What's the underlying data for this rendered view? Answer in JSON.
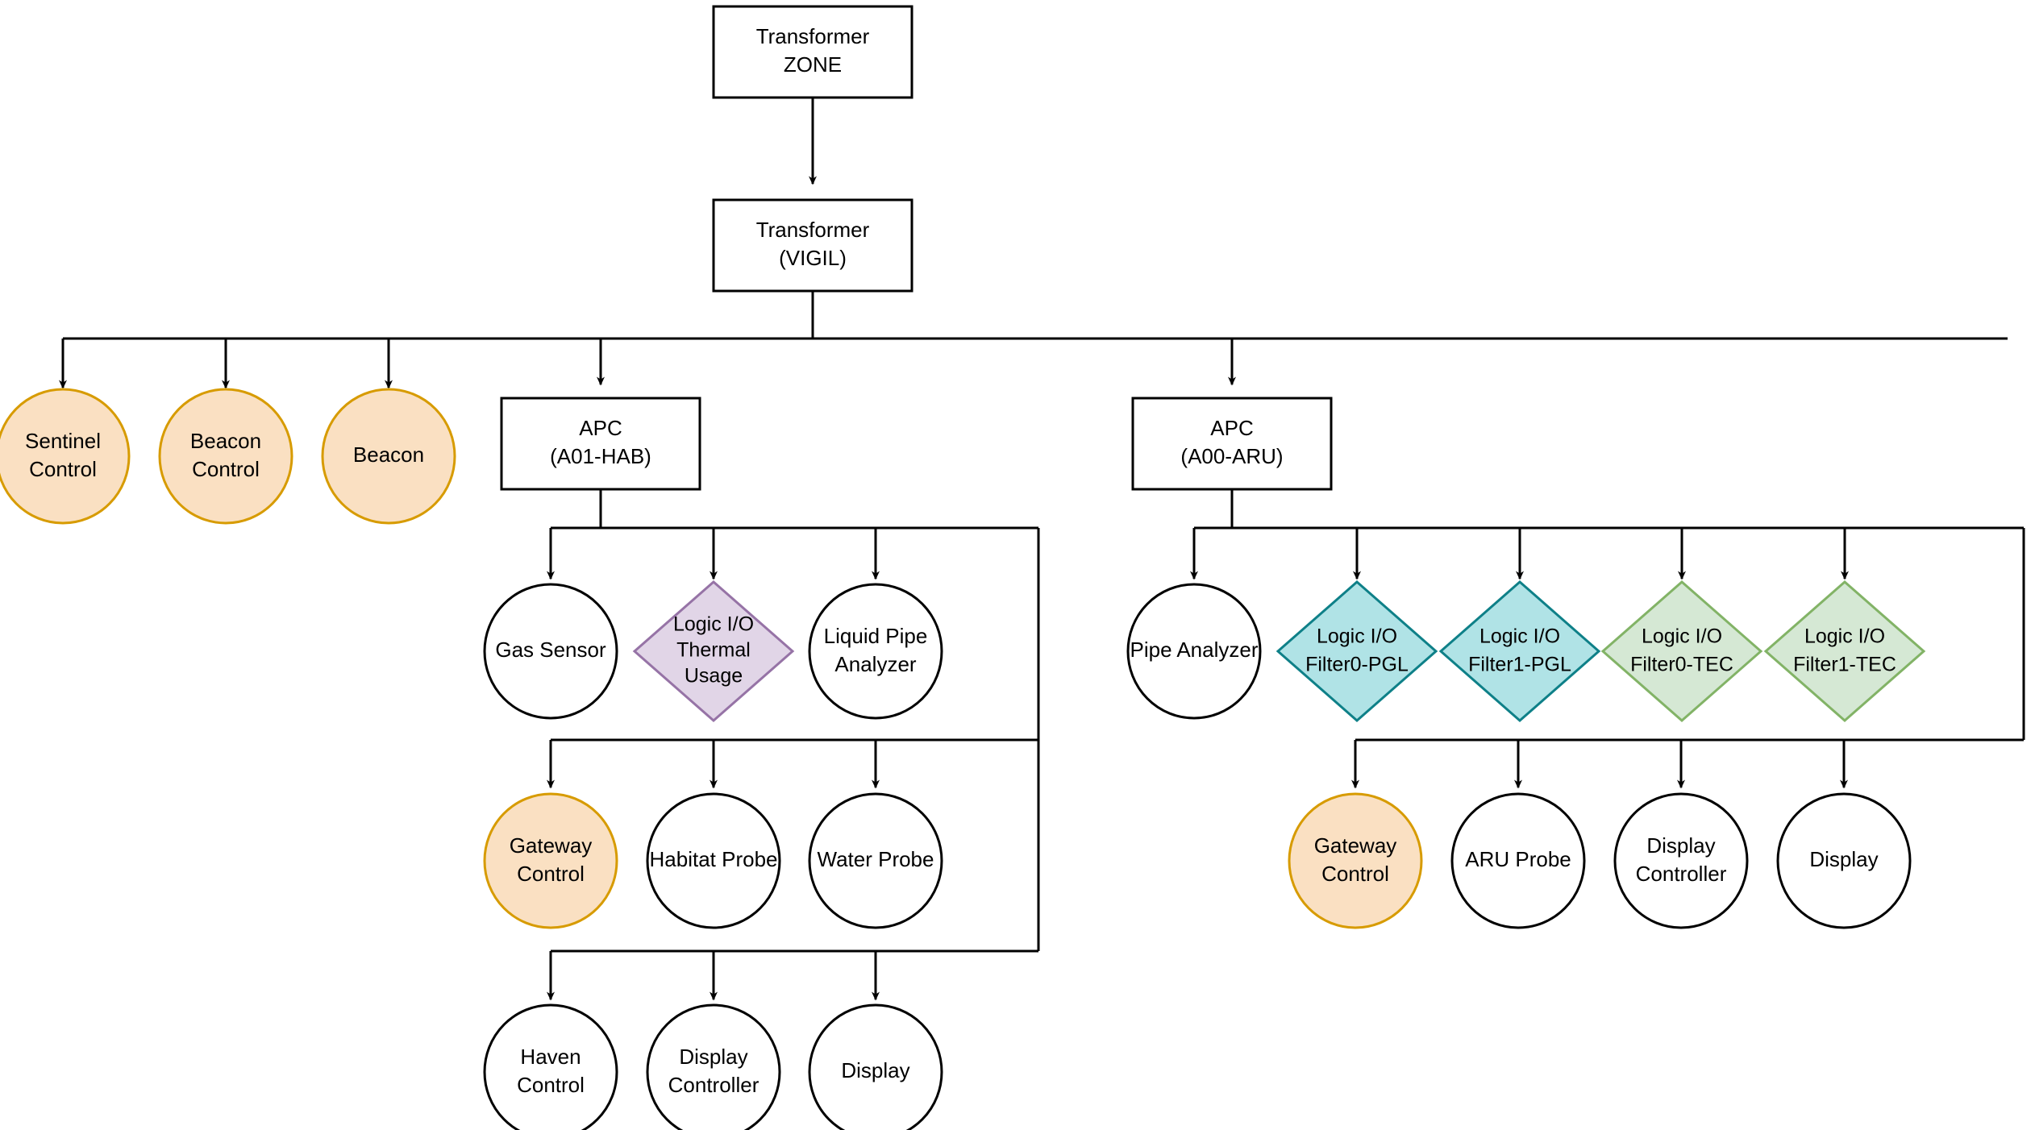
{
  "diagram": {
    "title_nodes": {
      "root": {
        "line1": "Transformer",
        "line2": "ZONE"
      },
      "vigil": {
        "line1": "Transformer",
        "line2": "(VIGIL)"
      },
      "apc_hab": {
        "line1": "APC",
        "line2": "(A01-HAB)"
      },
      "apc_aru": {
        "line1": "APC",
        "line2": "(A00-ARU)"
      }
    },
    "colors": {
      "background": "#ffffff",
      "stroke_default": "#000000",
      "orange_fill": "#fae0c2",
      "orange_stroke": "#d79b00",
      "purple_fill": "#e1d5e7",
      "purple_stroke": "#9673a6",
      "cyan_fill": "#b0e3e6",
      "cyan_stroke": "#0e8088",
      "green_fill": "#d5e8d4",
      "green_stroke": "#82b366",
      "white_fill": "#ffffff"
    },
    "vigil_children": [
      {
        "id": "sentinel-control",
        "line1": "Sentinel",
        "line2": "Control",
        "shape": "circle",
        "style": "orange"
      },
      {
        "id": "beacon-control",
        "line1": "Beacon",
        "line2": "Control",
        "shape": "circle",
        "style": "orange"
      },
      {
        "id": "beacon",
        "line1": "Beacon",
        "line2": "",
        "shape": "circle",
        "style": "orange"
      },
      {
        "id": "apc-a01-hab",
        "line1": "APC",
        "line2": "(A01-HAB)",
        "shape": "rect",
        "style": "white"
      },
      {
        "id": "apc-a00-aru",
        "line1": "APC",
        "line2": "(A00-ARU)",
        "shape": "rect",
        "style": "white"
      }
    ],
    "hab_children": [
      {
        "id": "gas-sensor",
        "line1": "Gas Sensor",
        "line2": "",
        "shape": "circle",
        "style": "white"
      },
      {
        "id": "logic-io-thermal-usage",
        "line1": "Logic I/O",
        "line2": "Thermal",
        "line3": "Usage",
        "shape": "diamond",
        "style": "purple"
      },
      {
        "id": "liquid-pipe-analyzer",
        "line1": "Liquid Pipe",
        "line2": "Analyzer",
        "shape": "circle",
        "style": "white"
      },
      {
        "id": "gateway-control-hab",
        "line1": "Gateway",
        "line2": "Control",
        "shape": "circle",
        "style": "orange"
      },
      {
        "id": "habitat-probe",
        "line1": "Habitat Probe",
        "line2": "",
        "shape": "circle",
        "style": "white"
      },
      {
        "id": "water-probe",
        "line1": "Water Probe",
        "line2": "",
        "shape": "circle",
        "style": "white"
      },
      {
        "id": "haven-control",
        "line1": "Haven",
        "line2": "Control",
        "shape": "circle",
        "style": "white"
      },
      {
        "id": "display-controller-hab",
        "line1": "Display",
        "line2": "Controller",
        "shape": "circle",
        "style": "white"
      },
      {
        "id": "display-hab",
        "line1": "Display",
        "line2": "",
        "shape": "circle",
        "style": "white"
      }
    ],
    "aru_children": [
      {
        "id": "pipe-analyzer",
        "line1": "Pipe Analyzer",
        "line2": "",
        "shape": "circle",
        "style": "white"
      },
      {
        "id": "logic-io-filter0-pgl",
        "line1": "Logic I/O",
        "line2": "Filter0-PGL",
        "shape": "diamond",
        "style": "cyan"
      },
      {
        "id": "logic-io-filter1-pgl",
        "line1": "Logic I/O",
        "line2": "Filter1-PGL",
        "shape": "diamond",
        "style": "cyan"
      },
      {
        "id": "logic-io-filter0-tec",
        "line1": "Logic I/O",
        "line2": "Filter0-TEC",
        "shape": "diamond",
        "style": "green"
      },
      {
        "id": "logic-io-filter1-tec",
        "line1": "Logic I/O",
        "line2": "Filter1-TEC",
        "shape": "diamond",
        "style": "green"
      },
      {
        "id": "gateway-control-aru",
        "line1": "Gateway",
        "line2": "Control",
        "shape": "circle",
        "style": "orange"
      },
      {
        "id": "aru-probe",
        "line1": "ARU Probe",
        "line2": "",
        "shape": "circle",
        "style": "white"
      },
      {
        "id": "display-controller-aru",
        "line1": "Display",
        "line2": "Controller",
        "shape": "circle",
        "style": "white"
      },
      {
        "id": "display-aru",
        "line1": "Display",
        "line2": "",
        "shape": "circle",
        "style": "white"
      }
    ]
  }
}
